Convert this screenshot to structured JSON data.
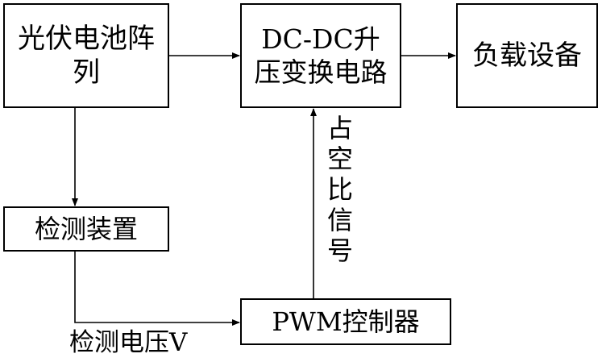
{
  "blocks": {
    "pv_array": "光伏电池阵列",
    "dcdc_boost": "DC-DC升压变换电路",
    "load": "负载设备",
    "detector": "检测装置",
    "pwm_controller": "PWM控制器"
  },
  "edge_labels": {
    "duty_signal": "占空比信号",
    "detect_voltage": "检测电压V"
  },
  "colors": {
    "stroke": "#000000",
    "background": "#ffffff"
  }
}
